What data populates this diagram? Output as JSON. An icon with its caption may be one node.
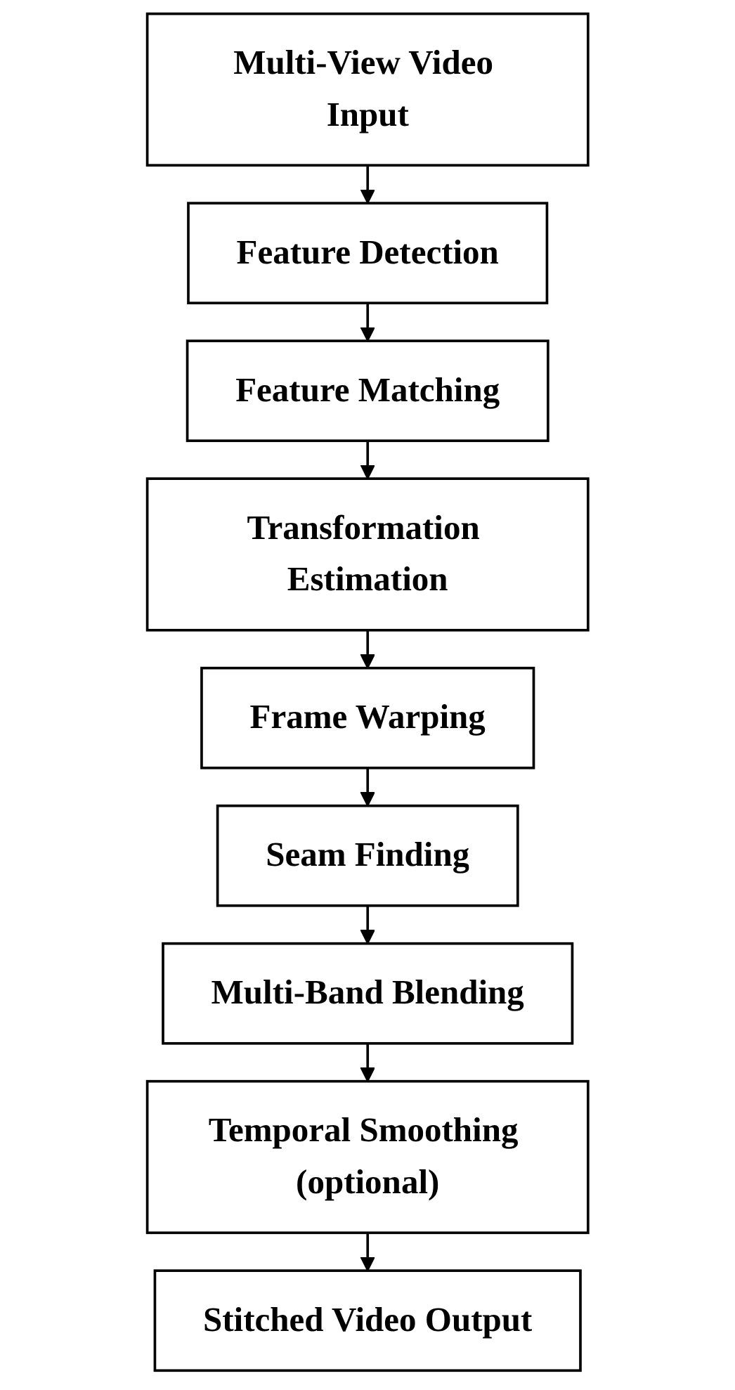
{
  "diagram": {
    "nodes": [
      {
        "text": [
          "Multi-View Video Input"
        ]
      },
      {
        "text": [
          "Feature Detection"
        ]
      },
      {
        "text": [
          "Feature Matching"
        ]
      },
      {
        "text": [
          "Transformation Estimation"
        ]
      },
      {
        "text": [
          "Frame Warping"
        ]
      },
      {
        "text": [
          "Seam Finding"
        ]
      },
      {
        "text": [
          "Multi-Band Blending"
        ]
      },
      {
        "text": [
          "Temporal Smoothing (optional)"
        ]
      },
      {
        "text": [
          "Stitched Video Output"
        ]
      }
    ],
    "edges": [
      {
        "from": 0,
        "to": 1,
        "arrow": "to"
      },
      {
        "from": 1,
        "to": 2,
        "arrow": "to"
      },
      {
        "from": 2,
        "to": 3,
        "arrow": "to"
      },
      {
        "from": 3,
        "to": 4,
        "arrow": "to"
      },
      {
        "from": 4,
        "to": 5,
        "arrow": "to"
      },
      {
        "from": 5,
        "to": 6,
        "arrow": "to"
      },
      {
        "from": 6,
        "to": 7,
        "arrow": "to"
      },
      {
        "from": 7,
        "to": 8,
        "arrow": "to"
      }
    ]
  }
}
